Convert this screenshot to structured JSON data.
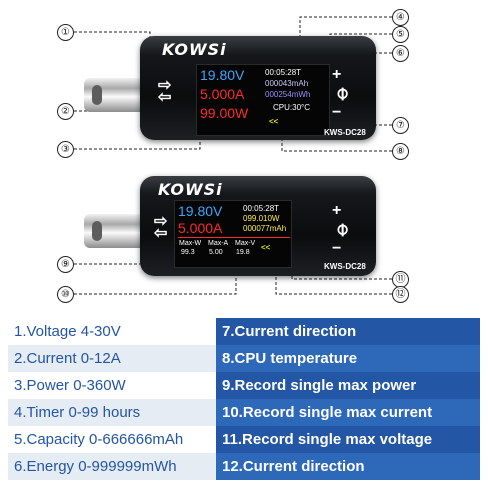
{
  "top_device": {
    "brand": "KOWSi",
    "model": "KWS-DC28",
    "voltage": "19.80V",
    "current": "5.000A",
    "power": "99.00W",
    "timer": "00:05:28T",
    "capacity": "000043mAh",
    "energy": "000254mWh",
    "cpu_temp": "CPU:30°C",
    "direction_chevrons": "<<"
  },
  "bottom_device": {
    "brand": "KOWSi",
    "model": "KWS-DC28",
    "voltage": "19.80V",
    "current": "5.000A",
    "timer": "00:05:28T",
    "power_readout": "099.010W",
    "capacity": "000077mAh",
    "max_w_label": "Max-W",
    "max_w_value": "99.3",
    "max_a_label": "Max-A",
    "max_a_value": "5.00",
    "max_v_label": "Max-V",
    "max_v_value": "19.8",
    "direction_chevrons": "<<"
  },
  "callouts": [
    "①",
    "②",
    "③",
    "④",
    "⑤",
    "⑥",
    "⑦",
    "⑧",
    "⑨",
    "⑩",
    "⑪",
    "⑫"
  ],
  "spec_left": [
    "1.Voltage 4-30V",
    "2.Current 0-12A",
    "3.Power 0-360W",
    "4.Timer 0-99 hours",
    "5.Capacity 0-666666mAh",
    "6.Energy 0-999999mWh"
  ],
  "spec_right": [
    "7.Current direction",
    "8.CPU temperature",
    "9.Record single max power",
    "10.Record single max current",
    "11.Record single max voltage",
    "12.Current direction"
  ],
  "colors": {
    "voltage": "#39a7ff",
    "current": "#ff2a2a",
    "power": "#ff2a2a",
    "capacity": "#c8c8ff",
    "energy": "#9a8cff",
    "chevron": "#e0e000",
    "table_blue": "#2356a4"
  }
}
